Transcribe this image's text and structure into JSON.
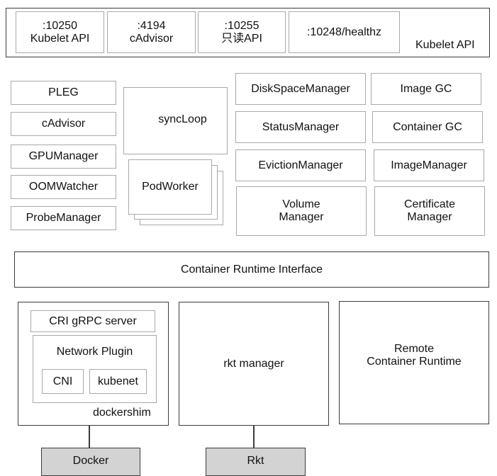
{
  "kubelet_api": {
    "title": "Kubelet API",
    "ports": [
      {
        "port": ":10250",
        "name": "Kubelet API"
      },
      {
        "port": ":4194",
        "name": "cAdvisor"
      },
      {
        "port": ":10255",
        "name": "只读API"
      },
      {
        "port": ":10248/healthz",
        "name": ""
      }
    ]
  },
  "left_components": [
    "PLEG",
    "cAdvisor",
    "GPUManager",
    "OOMWatcher",
    "ProbeManager"
  ],
  "core": {
    "sync_loop": "syncLoop",
    "pod_worker": "PodWorker"
  },
  "managers_mid": [
    "DiskSpaceManager",
    "StatusManager",
    "EvictionManager",
    "Volume Manager"
  ],
  "managers_right": [
    "Image GC",
    "Container GC",
    "ImageManager",
    "Certificate Manager"
  ],
  "cri": {
    "label": "Container Runtime Interface"
  },
  "dockershim": {
    "label": "dockershim",
    "grpc": "CRI gRPC server",
    "network_plugin": "Network Plugin",
    "plugins": [
      "CNI",
      "kubenet"
    ]
  },
  "rkt_manager": {
    "label": "rkt manager"
  },
  "remote_runtime": {
    "line1": "Remote",
    "line2": "Container Runtime"
  },
  "runtimes": {
    "docker": "Docker",
    "rkt": "Rkt"
  }
}
